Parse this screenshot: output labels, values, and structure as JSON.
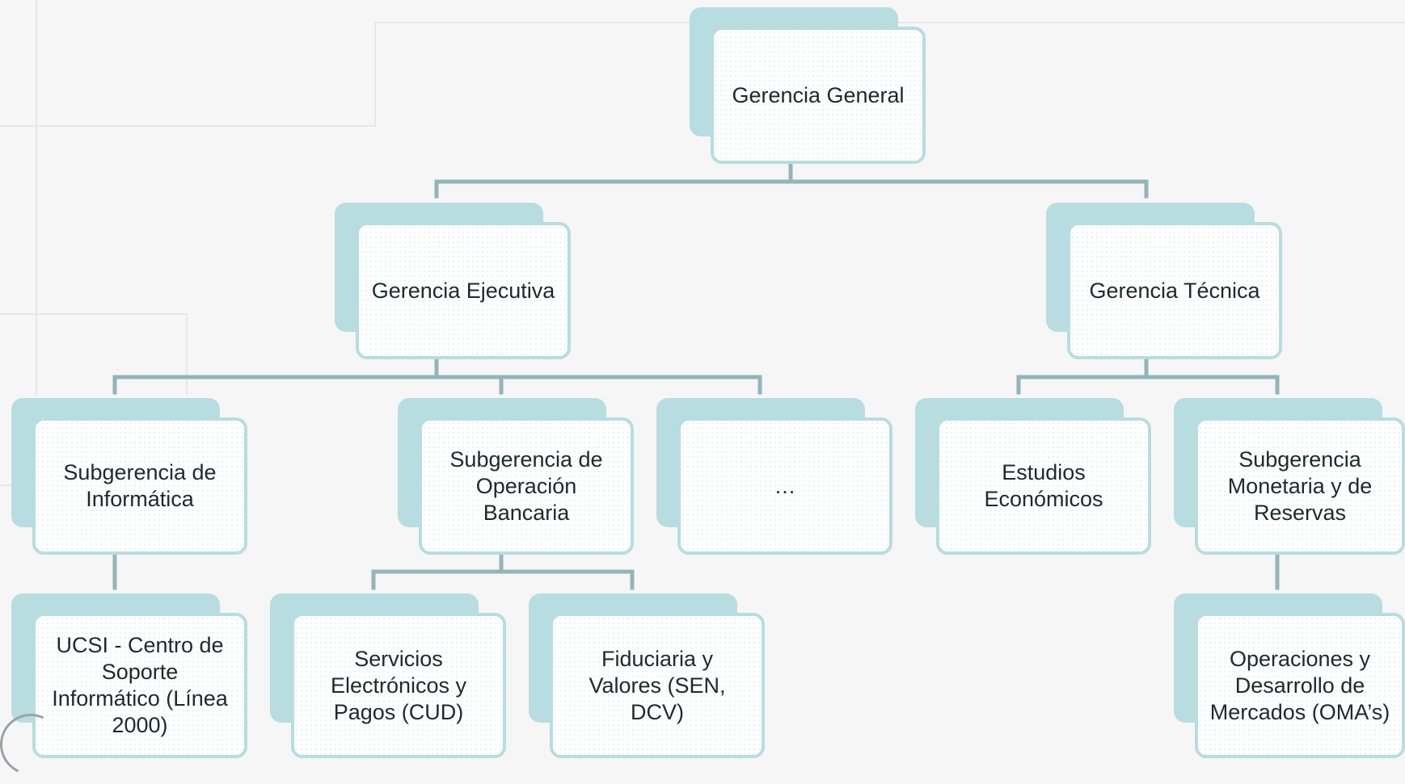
{
  "diagram": {
    "root": "Gerencia General",
    "level2": {
      "left": "Gerencia Ejecutiva",
      "right": "Gerencia Técnica"
    },
    "level3": {
      "informatica": "Subgerencia de Informática",
      "operacion_bancaria": "Subgerencia de Operación Bancaria",
      "ellipsis": "…",
      "estudios": "Estudios Económicos",
      "monetaria": "Subgerencia Monetaria y de Reservas"
    },
    "level4": {
      "ucsi": "UCSI - Centro de Soporte Informático (Línea 2000)",
      "servicios": "Servicios Electrónicos y Pagos (CUD)",
      "fiduciaria": "Fiduciaria y Valores (SEN, DCV)",
      "operaciones": "Operaciones y Desarrollo de Mercados (OMA’s)"
    }
  },
  "colors": {
    "node_back": "#b7dde0",
    "connector": "#93b5ba",
    "text": "#1d2a2b"
  }
}
